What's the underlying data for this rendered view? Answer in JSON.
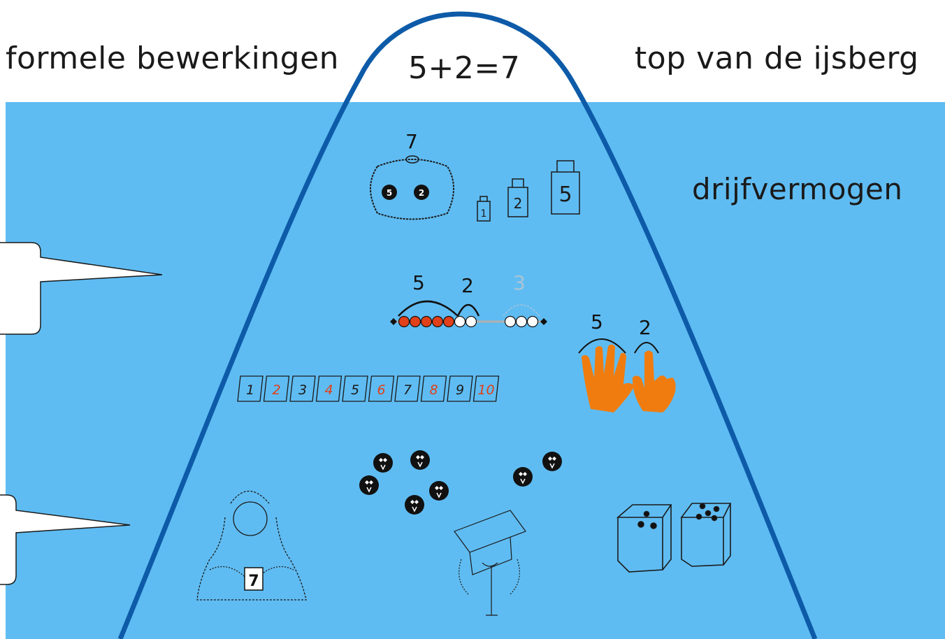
{
  "labels": {
    "formal": "formele bewerkingen",
    "top": "top van de ijsberg",
    "equation": "5+2=7",
    "buoyancy": "drijfvermogen"
  },
  "purse": {
    "total": "7",
    "coin_a": "5",
    "coin_b": "2"
  },
  "weights": [
    "1",
    "2",
    "5"
  ],
  "abacus_arcs": [
    "5",
    "2",
    "3"
  ],
  "hand_arcs": [
    "5",
    "2"
  ],
  "cards": [
    "1",
    "2",
    "3",
    "4",
    "5",
    "6",
    "7",
    "8",
    "9",
    "10"
  ],
  "child_card": "7",
  "colors": {
    "water": "#5fbcf2",
    "iceberg_outline": "#0d5ba8",
    "accent_red": "#e0401a",
    "hand_orange": "#f07c10",
    "faint_number": "#a9c4d8"
  }
}
